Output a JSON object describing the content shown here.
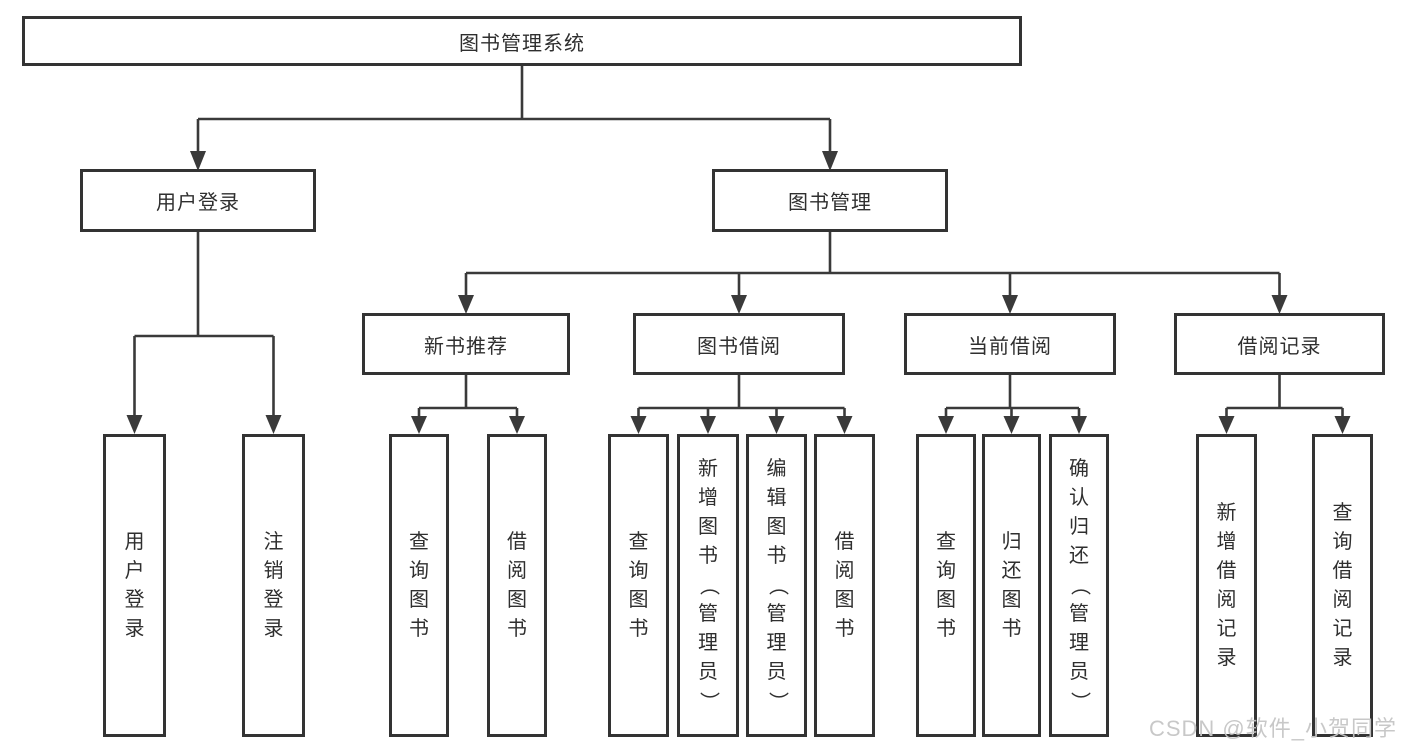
{
  "diagram": {
    "root": {
      "label": "图书管理系统"
    },
    "branches": [
      {
        "label": "用户登录",
        "leaves": [
          {
            "label": "用户登录"
          },
          {
            "label": "注销登录"
          }
        ]
      },
      {
        "label": "图书管理",
        "groups": [
          {
            "label": "新书推荐",
            "leaves": [
              {
                "label": "查询图书"
              },
              {
                "label": "借阅图书"
              }
            ]
          },
          {
            "label": "图书借阅",
            "leaves": [
              {
                "label": "查询图书"
              },
              {
                "label": "新增图书（管理员）"
              },
              {
                "label": "编辑图书（管理员）"
              },
              {
                "label": "借阅图书"
              }
            ]
          },
          {
            "label": "当前借阅",
            "leaves": [
              {
                "label": "查询图书"
              },
              {
                "label": "归还图书"
              },
              {
                "label": "确认归还（管理员）"
              }
            ]
          },
          {
            "label": "借阅记录",
            "leaves": [
              {
                "label": "新增借阅记录"
              },
              {
                "label": "查询借阅记录"
              }
            ]
          }
        ]
      }
    ]
  },
  "watermark": {
    "text": "CSDN @软件_小贺同学"
  },
  "colors": {
    "line": "#3a3a3a",
    "box_border": "#333333",
    "text": "#2f2f2f",
    "background": "#ffffff",
    "watermark": "#c5c5c5"
  }
}
